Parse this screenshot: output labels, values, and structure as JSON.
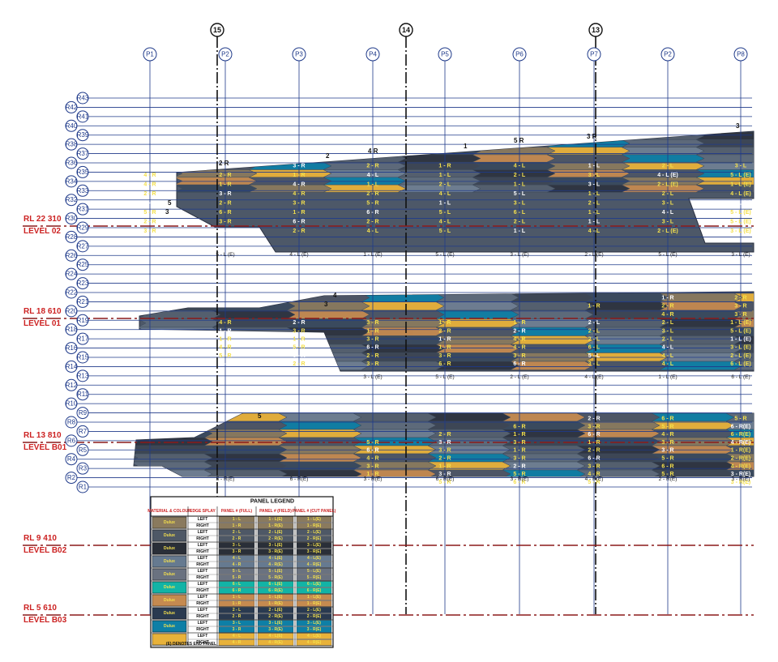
{
  "axes": [
    "15",
    "14",
    "13"
  ],
  "columns": [
    "P1",
    "P2",
    "P3",
    "P4",
    "P5",
    "P6",
    "P7",
    "P2",
    "P8"
  ],
  "rows": [
    "R43",
    "R42",
    "R41",
    "R40",
    "R39",
    "R38",
    "R37",
    "R36",
    "R35",
    "R34",
    "R33",
    "R32",
    "R31",
    "R30",
    "R29",
    "R28",
    "R27",
    "R26",
    "R25",
    "R24",
    "R23",
    "R22",
    "R21",
    "R20",
    "R19",
    "R18",
    "R17",
    "R16",
    "R15",
    "R14",
    "R13",
    "R12",
    "R11",
    "R10",
    "R9",
    "R8",
    "R7",
    "R6",
    "R5",
    "R4",
    "R3",
    "R2",
    "R1"
  ],
  "levels": [
    {
      "rl": "RL 22 310",
      "name": "LEVEL 02"
    },
    {
      "rl": "RL 18 610",
      "name": "LEVEL 01"
    },
    {
      "rl": "RL 13 810",
      "name": "LEVEL B01"
    },
    {
      "rl": "RL 9 410",
      "name": "LEVEL B02"
    },
    {
      "rl": "RL 5 610",
      "name": "LEVEL B03"
    }
  ],
  "bands": [
    {
      "id": "upper",
      "panels": [
        [
          "3 - R",
          "2 - R",
          "1 - R",
          "4 - L",
          "1 - L",
          "2 - L",
          "3 - L"
        ],
        [
          "4 - R",
          "2 - R",
          "1 - R",
          "4 - L",
          "1 - L",
          "2 - L",
          "3 - L",
          "4 - L (E)",
          "5 - L (E)"
        ],
        [
          "4 - R",
          "1 - R",
          "4 - R",
          "1 - L",
          "2 - L",
          "1 - L",
          "3 - L",
          "2 - L (E)",
          "1 - L (E)"
        ],
        [
          "2 - R",
          "3 - R",
          "4 - R",
          "2 - R",
          "4 - L",
          "5 - L",
          "1 - L",
          "2 - L",
          "4 - L (E)"
        ],
        [
          "4 - R",
          "2 - R",
          "3 - R",
          "5 - R",
          "1 - L",
          "3 - L",
          "2 - L",
          "3 - L",
          "5 - L (E)"
        ],
        [
          "5 - R",
          "6 - R",
          "1 - R",
          "6 - R",
          "5 - L",
          "6 - L",
          "1 - L",
          "4 - L",
          "5 - L (E)"
        ],
        [
          "2 - R",
          "3 - R",
          "6 - R",
          "2 - R",
          "4 - L",
          "2 - L",
          "1 - L",
          "3 - L",
          "5 - L (E)"
        ],
        [
          "3 - R",
          "3 - R",
          "2 - R",
          "4 - L",
          "5 - L",
          "1 - L",
          "4 - L",
          "2 - L (E)",
          "3 - L (E)"
        ]
      ],
      "bottom": [
        "5 - L (E)",
        "4 - L (E)",
        "1 - L (E)",
        "5 - L (E)",
        "3 - L (E)",
        "2 - L (E)",
        "5 - L (E)",
        "3 - L (E)"
      ]
    },
    {
      "id": "middle",
      "panels": [
        [
          "1 - R",
          "2 - R"
        ],
        [
          "1 - R",
          "2 - R",
          "3 - R"
        ],
        [
          "4 - R",
          "3 - R"
        ],
        [
          "4 - R",
          "2 - R",
          "3 - R",
          "1 - R",
          "1 - R",
          "2 - L",
          "2 - L",
          "1 - L (E)"
        ],
        [
          "1 - R",
          "3 - R",
          "1 - R",
          "2 - R",
          "2 - R",
          "2 - L",
          "3 - L",
          "5 - L (E)"
        ],
        [
          "1 - R",
          "1 - R",
          "3 - R",
          "1 - R",
          "4 - R",
          "2 - L",
          "2 - L",
          "1 - L (E)"
        ],
        [
          "4 - R",
          "5 - R",
          "6 - R",
          "1 - R",
          "4 - R",
          "6 - L",
          "4 - L",
          "3 - L (E)"
        ],
        [
          "5 - R",
          "6 - R",
          "2 - R",
          "3 - R",
          "3 - R",
          "5 - L",
          "4 - L",
          "2 - L (E)"
        ],
        [
          "1 - R",
          "2 - R",
          "3 - R",
          "6 - R",
          "6 - R",
          "3 - L",
          "4 - L",
          "6 - L (E)"
        ]
      ],
      "bottom": [
        "3 - L (E)",
        "5 - L (E)",
        "2 - L (E)",
        "4 - L (E)",
        "1 - L (E)",
        "6 - L (E)"
      ]
    },
    {
      "id": "lower",
      "panels": [
        [
          "2 - R",
          "6 - R",
          "5 - R"
        ],
        [
          "6 - R",
          "3 - R",
          "5 - R",
          "6 - R(E)"
        ],
        [
          "2 - R",
          "1 - R",
          "6 - R",
          "4 - R",
          "6 - R(E)"
        ],
        [
          "5 - R",
          "3 - R",
          "3 - R",
          "1 - R",
          "3 - R",
          "4 - R(E)"
        ],
        [
          "6 - R",
          "3 - R",
          "1 - R",
          "2 - R",
          "3 - R",
          "1 - R(E)"
        ],
        [
          "4 - R",
          "2 - R",
          "3 - R",
          "6 - R",
          "5 - R",
          "2 - R(E)"
        ],
        [
          "3 - R",
          "1 - R",
          "2 - R",
          "3 - R",
          "6 - R",
          "4 - R(E)"
        ],
        [
          "1 - R",
          "3 - R",
          "5 - R",
          "4 - R",
          "5 - R",
          "3 - R(E)"
        ],
        [
          "4 - R",
          "5 - R",
          "6 - R",
          "5 - R",
          "6 - R",
          "3 - R(E)"
        ]
      ],
      "bottom": [
        "5 - R(E)",
        "6 - R(E)",
        "3 - R(E)",
        "6 - R(E)",
        "3 - R(E)",
        "4 - R(E)",
        "2 - R(E)",
        "3 - R(E)"
      ]
    }
  ],
  "annotations": [
    "2 R",
    "5",
    "3",
    "2",
    "4 R",
    "1",
    "5 R",
    "3 R",
    "3",
    "4",
    "3",
    "5"
  ],
  "legend": {
    "title": "PANEL LEGEND",
    "col_headers": [
      "MATERIAL & COLOUR",
      "EDGE SPLAY",
      "PANEL # (FULL)",
      "PANEL # (FIELD)",
      "PANEL # (CUT PANEL)"
    ],
    "rows": [
      {
        "material": "Dulux",
        "sub": "",
        "color": "#8a7a5e",
        "edges": [
          "LEFT",
          "RIGHT"
        ]
      },
      {
        "material": "Dulux",
        "sub": "",
        "color": "#4e5866",
        "edges": [
          "LEFT",
          "RIGHT"
        ]
      },
      {
        "material": "Dulux",
        "sub": "",
        "color": "#2a2f38",
        "edges": [
          "LEFT",
          "RIGHT"
        ]
      },
      {
        "material": "Dulux",
        "sub": "",
        "color": "#667a90",
        "edges": [
          "LEFT",
          "RIGHT"
        ]
      },
      {
        "material": "Dulux",
        "sub": "",
        "color": "#6a7280",
        "edges": [
          "LEFT",
          "RIGHT"
        ]
      },
      {
        "material": "Dulux",
        "sub": "",
        "color": "#12b4a6",
        "edges": [
          "LEFT",
          "RIGHT"
        ]
      },
      {
        "material": "Dulux",
        "sub": "",
        "color": "#c58a50",
        "edges": [
          "LEFT",
          "RIGHT"
        ]
      },
      {
        "material": "Dulux",
        "sub": "",
        "color": "#2a3a50",
        "edges": [
          "LEFT",
          "RIGHT"
        ]
      },
      {
        "material": "Dulux",
        "sub": "",
        "color": "#0e7fa6",
        "edges": [
          "LEFT",
          "RIGHT"
        ]
      },
      {
        "material": "",
        "sub": "",
        "color": "#e8b23a",
        "edges": [
          "LEFT",
          "RIGHT"
        ]
      }
    ],
    "cell_values": [
      [
        "1 - L",
        "1 - L(E)",
        "1 - L(E)"
      ],
      [
        "1 - R",
        "1 - R(E)",
        "1 - R(E)"
      ],
      [
        "2 - L",
        "2 - L(E)",
        "2 - L(E)"
      ],
      [
        "2 - R",
        "2 - R(E)",
        "2 - R(E)"
      ],
      [
        "3 - L",
        "3 - L(E)",
        "3 - L(E)"
      ],
      [
        "3 - R",
        "3 - R(E)",
        "3 - R(E)"
      ],
      [
        "4 - L",
        "4 - L(E)",
        "4 - L(E)"
      ],
      [
        "4 - R",
        "4 - R(E)",
        "4 - R(E)"
      ],
      [
        "5 - L",
        "5 - L(E)",
        "5 - L(E)"
      ],
      [
        "5 - R",
        "5 - R(E)",
        "5 - R(E)"
      ],
      [
        "6 - L",
        "6 - L(E)",
        "6 - L(E)"
      ],
      [
        "6 - R",
        "6 - R(E)",
        "6 - R(E)"
      ],
      [
        "1 - L",
        "1 - L(E)",
        "1 - L(E)"
      ],
      [
        "1 - R",
        "1 - R(E)",
        "1 - R(E)"
      ],
      [
        "2 - L",
        "2 - L(E)",
        "2 - L(E)"
      ],
      [
        "2 - R",
        "2 - R(E)",
        "2 - R(E)"
      ],
      [
        "3 - L",
        "3 - L(E)",
        "3 - L(E)"
      ],
      [
        "3 - R",
        "3 - R(E)",
        "3 - R(E)"
      ],
      [
        "4 - L",
        "4 - L(E)",
        "4 - L(E)"
      ],
      [
        "4 - R",
        "4 - R(E)",
        "4 - R(E)"
      ]
    ],
    "footnote": "(E) DENOTES END PANEL"
  },
  "colors": {
    "panel_palette": [
      "#5e6b7c",
      "#4d5666",
      "#2e3440",
      "#6f7f93",
      "#8a7a5e",
      "#3d4654",
      "#0e7fa6",
      "#c58a50",
      "#55606f",
      "#e8b23a",
      "#3a4a5e"
    ],
    "grid_line": "#1f3a8a",
    "level_line": "#8b1a1a",
    "level_text": "#cc2222",
    "panel_text": "#f4e04d",
    "panel_text_alt": "#ffffff"
  }
}
